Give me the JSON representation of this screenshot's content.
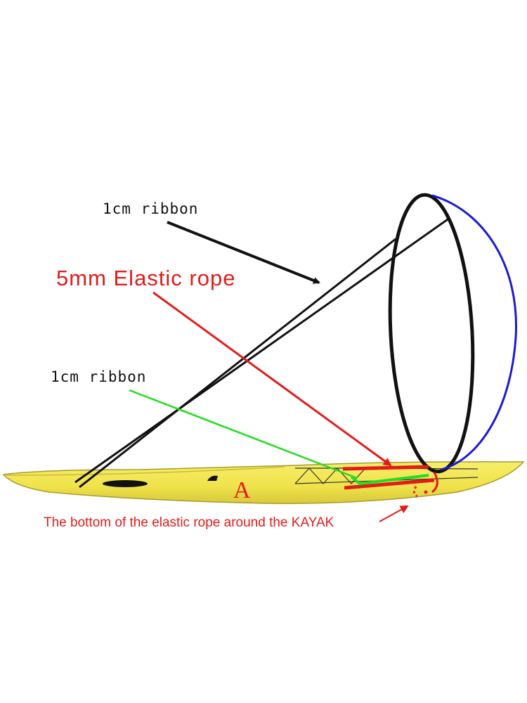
{
  "labels": {
    "ribbon_top": "1cm ribbon",
    "elastic_rope": "5mm Elastic rope",
    "ribbon_lower": "1cm ribbon",
    "bottom_note": "The bottom of the elastic rope around the KAYAK",
    "point_a": "A"
  },
  "colors": {
    "kayak_hull": "#f2e64a",
    "kayak_outline": "#a89a2a",
    "frame": "#111111",
    "elastic": "#e21b1b",
    "ribbon_green": "#22dd22",
    "arc_blue": "#1a1ad6"
  }
}
